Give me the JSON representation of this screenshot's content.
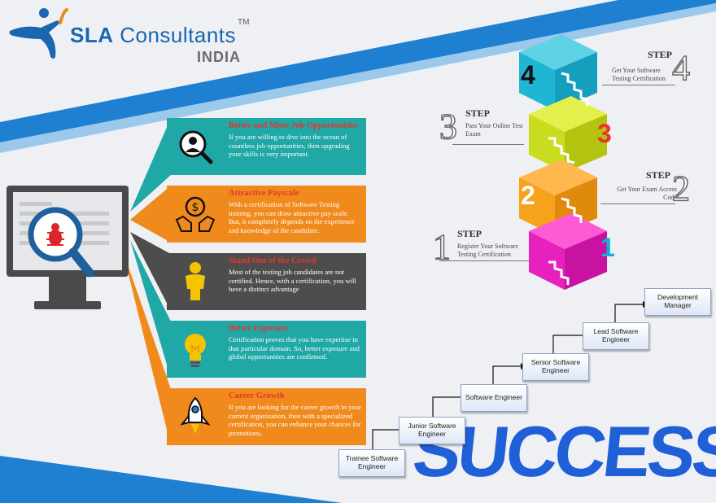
{
  "brand": {
    "name_a": "SLA",
    "name_b": " Consultants",
    "tm": "TM",
    "country": "INDIA"
  },
  "benefits": [
    {
      "title": "Better and More Job Opportunities",
      "desc": "If you are willing to dive into the ocean of countless job opportunities, then upgrading your skills is very important.",
      "icon": "job-search-icon"
    },
    {
      "title": "Attractive Payscale",
      "desc": "With a certification of Software Testing training, you can draw attractive pay scale. But, it completely depends on the experience and knowledge of the candidate.",
      "icon": "money-hands-icon"
    },
    {
      "title": "Stand Out of the Crowd",
      "desc": "Most of the testing job candidates are not certified. Hence, with a certification, you will have a distinct advantage",
      "icon": "person-icon"
    },
    {
      "title": "Better Exposure",
      "desc": "Certification proves that you have expertise in that particular domain. So, better exposure and global opportunities are confirmed.",
      "icon": "lightbulb-icon"
    },
    {
      "title": "Career Growth",
      "desc": "If you are looking for the career growth in your current organization, then with a specialized certification, you can enhance your chances for promotions.",
      "icon": "rocket-icon"
    }
  ],
  "steps": [
    {
      "label": "STEP",
      "text": "Register Your Software Testing Certification",
      "num": "1"
    },
    {
      "label": "STEP",
      "text": "Get Your Exam Access Code",
      "num": "2"
    },
    {
      "label": "STEP",
      "text": "Pass Your Online Test Exam",
      "num": "3"
    },
    {
      "label": "STEP",
      "text": "Get Your Software Testing Certification",
      "num": "4"
    }
  ],
  "career": [
    "Trainee Software Engineer",
    "Junior Software Engineer",
    "Software Engineer",
    "Senior Software Engineer",
    "Lead Software Engineer",
    "Development Manager"
  ],
  "success_word": "SUCCESS",
  "colors": {
    "blue": "#1b66b0",
    "teal": "#1fa8a5",
    "orange": "#f08a1c",
    "gray": "#5a5a5a",
    "red": "#e8352a"
  }
}
